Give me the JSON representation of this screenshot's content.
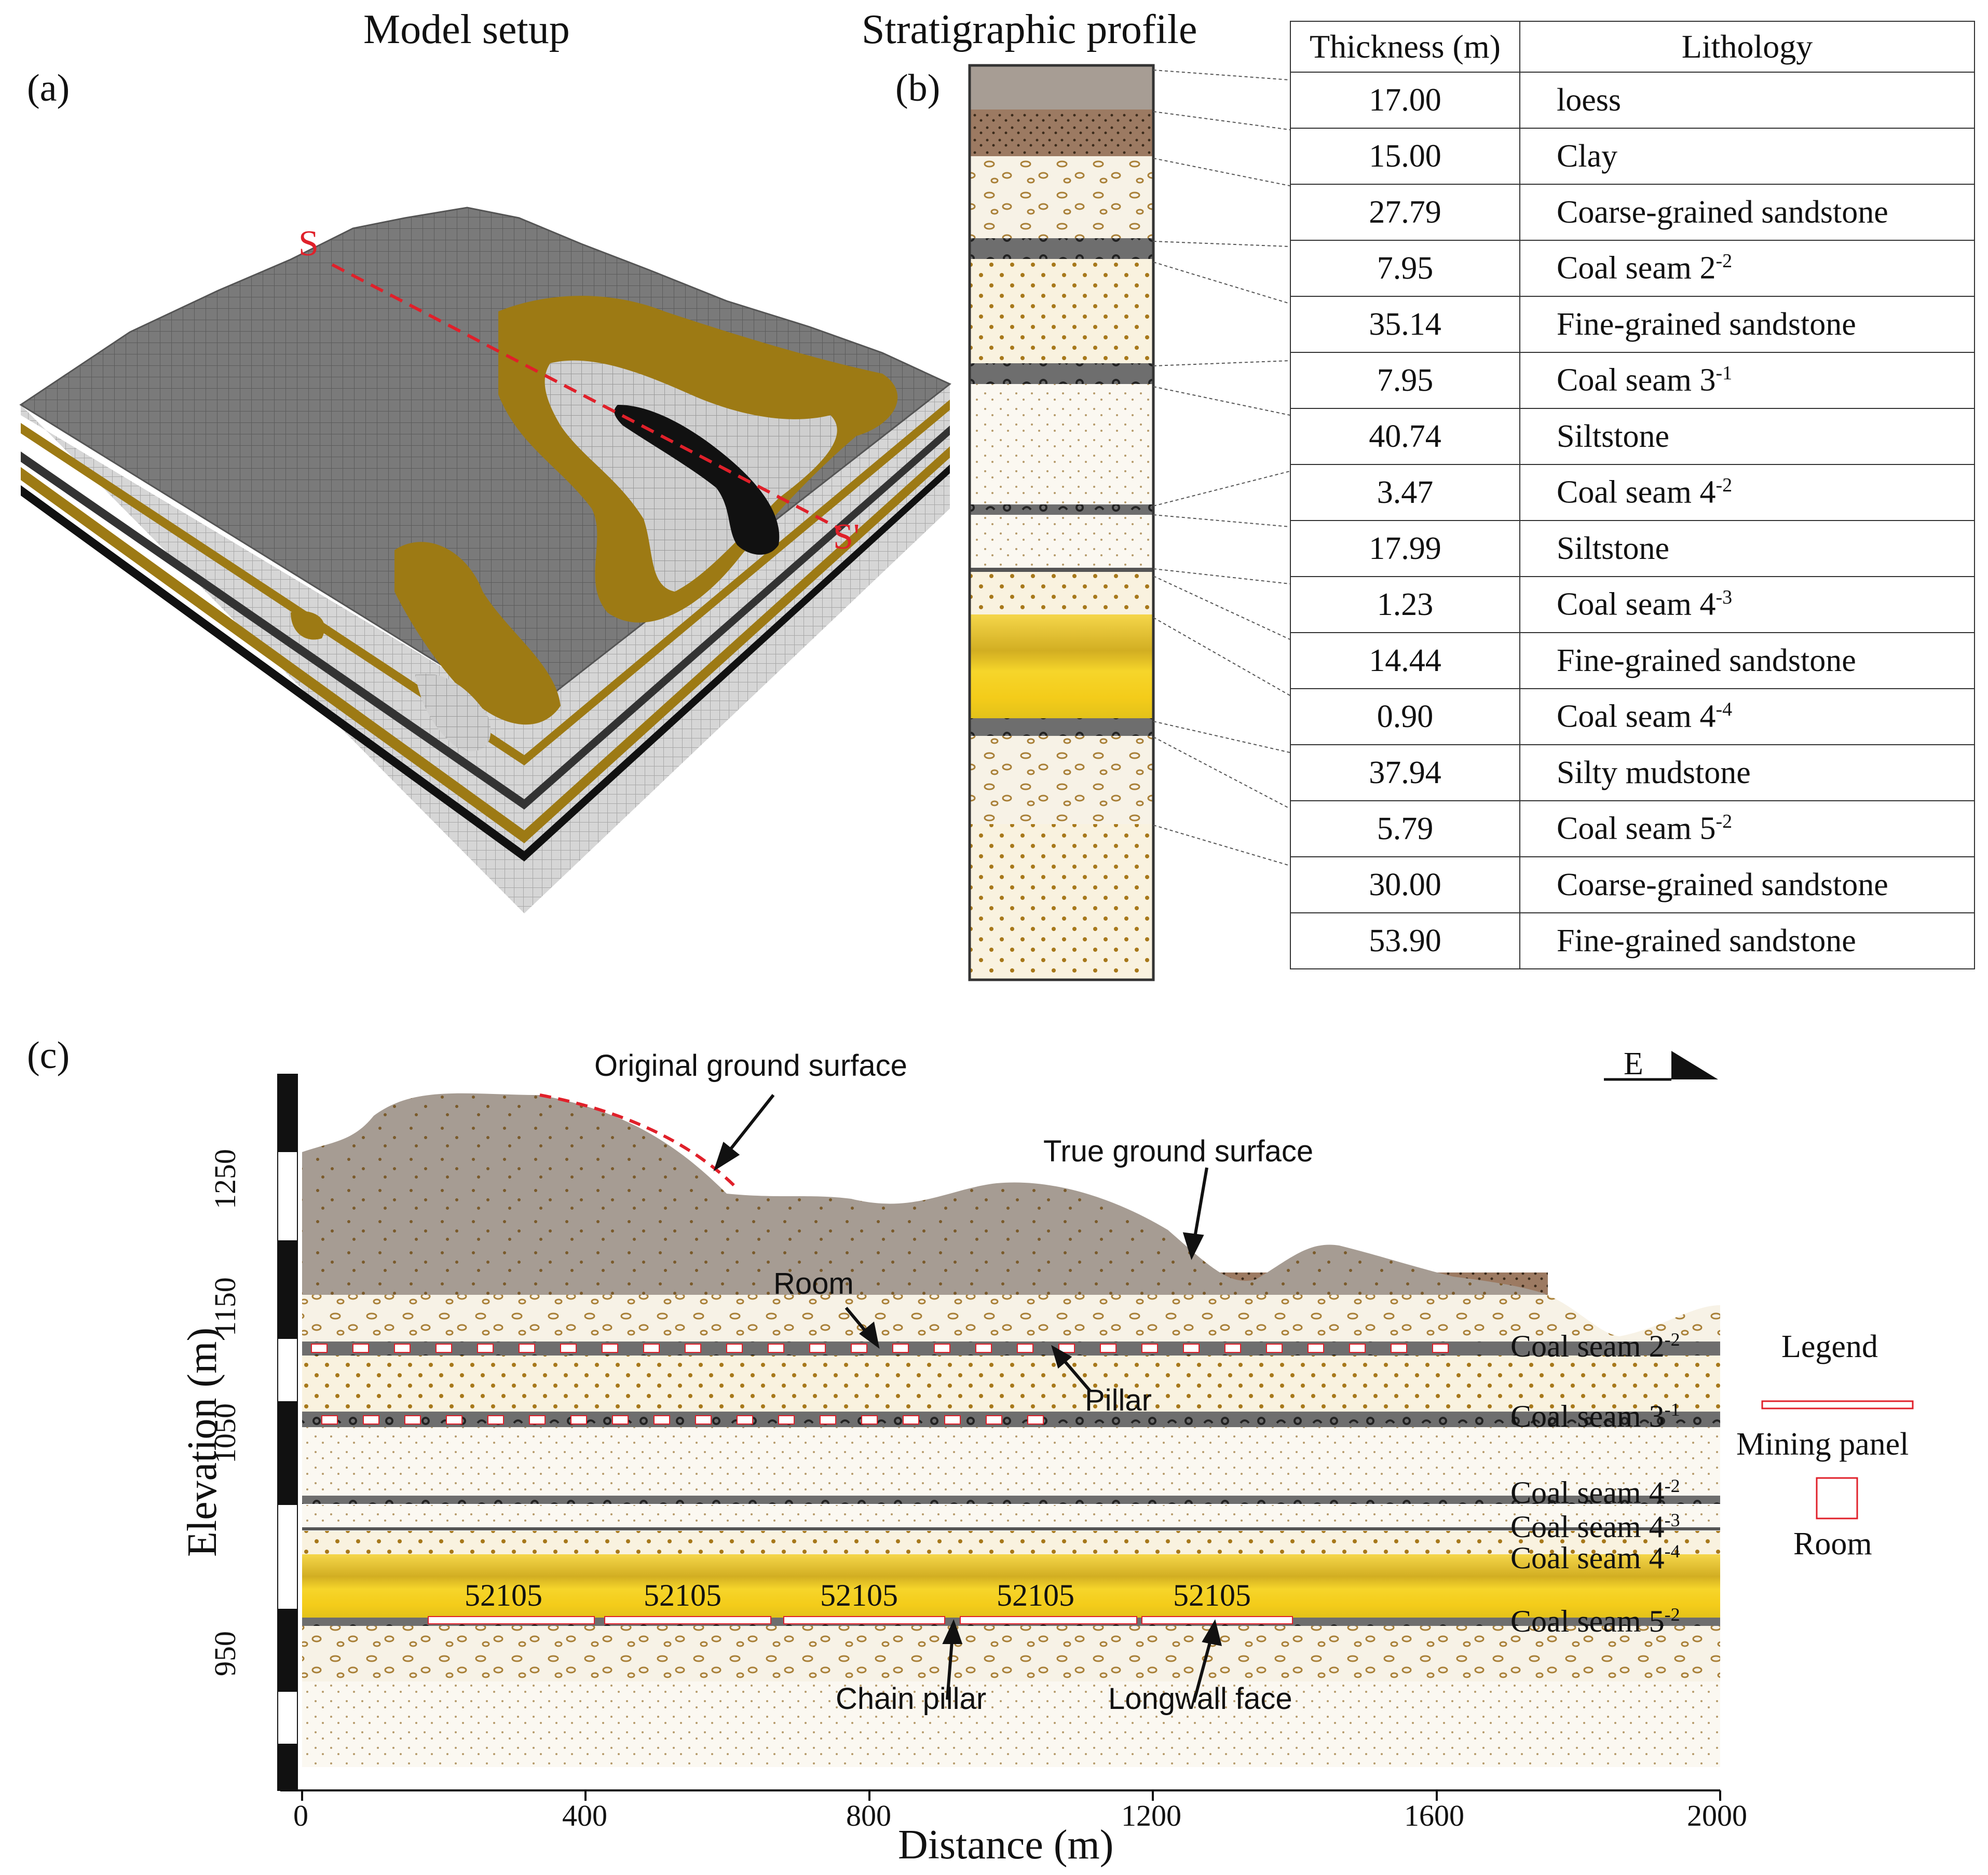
{
  "panel_a": {
    "label": "(a)",
    "title": "Model setup",
    "section_start": "S",
    "section_end": "S'"
  },
  "panel_b": {
    "label": "(b)",
    "title": "Stratigraphic profile",
    "headers": [
      "Thickness (m)",
      "Lithology"
    ],
    "rows": [
      {
        "thickness": "17.00",
        "name": "loess",
        "sup": ""
      },
      {
        "thickness": "15.00",
        "name": "Clay",
        "sup": ""
      },
      {
        "thickness": "27.79",
        "name": "Coarse-grained sandstone",
        "sup": ""
      },
      {
        "thickness": "7.95",
        "name": "Coal seam 2",
        "sup": "-2"
      },
      {
        "thickness": "35.14",
        "name": "Fine-grained sandstone",
        "sup": ""
      },
      {
        "thickness": "7.95",
        "name": "Coal seam 3",
        "sup": "-1"
      },
      {
        "thickness": "40.74",
        "name": "Siltstone",
        "sup": ""
      },
      {
        "thickness": "3.47",
        "name": "Coal seam 4",
        "sup": "-2"
      },
      {
        "thickness": "17.99",
        "name": "Siltstone",
        "sup": ""
      },
      {
        "thickness": "1.23",
        "name": "Coal seam 4",
        "sup": "-3"
      },
      {
        "thickness": "14.44",
        "name": "Fine-grained sandstone",
        "sup": ""
      },
      {
        "thickness": "0.90",
        "name": "Coal seam 4",
        "sup": "-4"
      },
      {
        "thickness": "37.94",
        "name": "Silty mudstone",
        "sup": ""
      },
      {
        "thickness": "5.79",
        "name": "Coal seam 5",
        "sup": "-2"
      },
      {
        "thickness": "30.00",
        "name": "Coarse-grained sandstone",
        "sup": ""
      },
      {
        "thickness": "53.90",
        "name": "Fine-grained sandstone",
        "sup": ""
      }
    ]
  },
  "panel_c": {
    "label": "(c)",
    "north_arrow": "E",
    "annotations": {
      "original_ground": "Original ground surface",
      "true_ground": "True ground surface",
      "room": "Room",
      "pillar": "Pillar",
      "chain_pillar": "Chain pillar",
      "longwall_face": "Longwall face"
    },
    "seams": [
      {
        "name": "Coal seam 2",
        "sup": "-2"
      },
      {
        "name": "Coal seam 3",
        "sup": "-1"
      },
      {
        "name": "Coal seam 4",
        "sup": "-2"
      },
      {
        "name": "Coal seam 4",
        "sup": "-3"
      },
      {
        "name": "Coal seam 4",
        "sup": "-4"
      },
      {
        "name": "Coal seam 5",
        "sup": "-2"
      }
    ],
    "panels": [
      "52105",
      "52105",
      "52105",
      "52105",
      "52105"
    ],
    "legend": {
      "title": "Legend",
      "mining_panel": "Mining panel",
      "room": "Room"
    },
    "x_axis": {
      "title": "Distance (m)",
      "ticks": [
        "0",
        "400",
        "800",
        "1200",
        "1600",
        "2000"
      ],
      "range": [
        0,
        2000
      ]
    },
    "y_axis": {
      "title": "Elevation (m)",
      "ticks": [
        "1250",
        "1150",
        "1050",
        "950"
      ]
    }
  },
  "colors": {
    "loess": "#a79d94",
    "clay": "#9c7a63",
    "coal": "#6e6e6e",
    "sand_dot": "#a77a1a",
    "yellow_seam": "#f2cf2a",
    "mesh_gray": "#7b7b7b",
    "mesh_gold": "#9d7a14",
    "mesh_light": "#c8c8c8",
    "section_line": "#e0202a"
  }
}
